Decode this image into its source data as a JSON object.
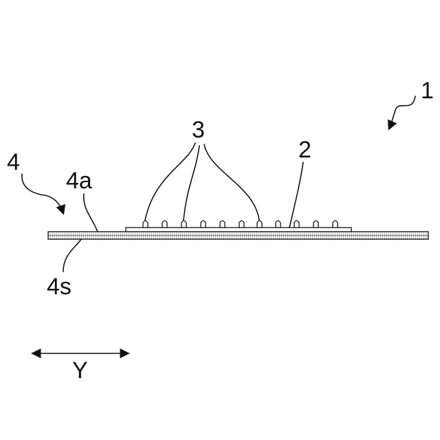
{
  "labels": {
    "assembly": "1",
    "chip": "2",
    "bumps": "3",
    "substrate": "4",
    "substrate_surface": "4a",
    "substrate_back": "4s",
    "direction": "Y"
  },
  "colors": {
    "ink": "#111111",
    "substrate_fill": "#e6e6e6",
    "chip_fill": "#ffffff"
  }
}
